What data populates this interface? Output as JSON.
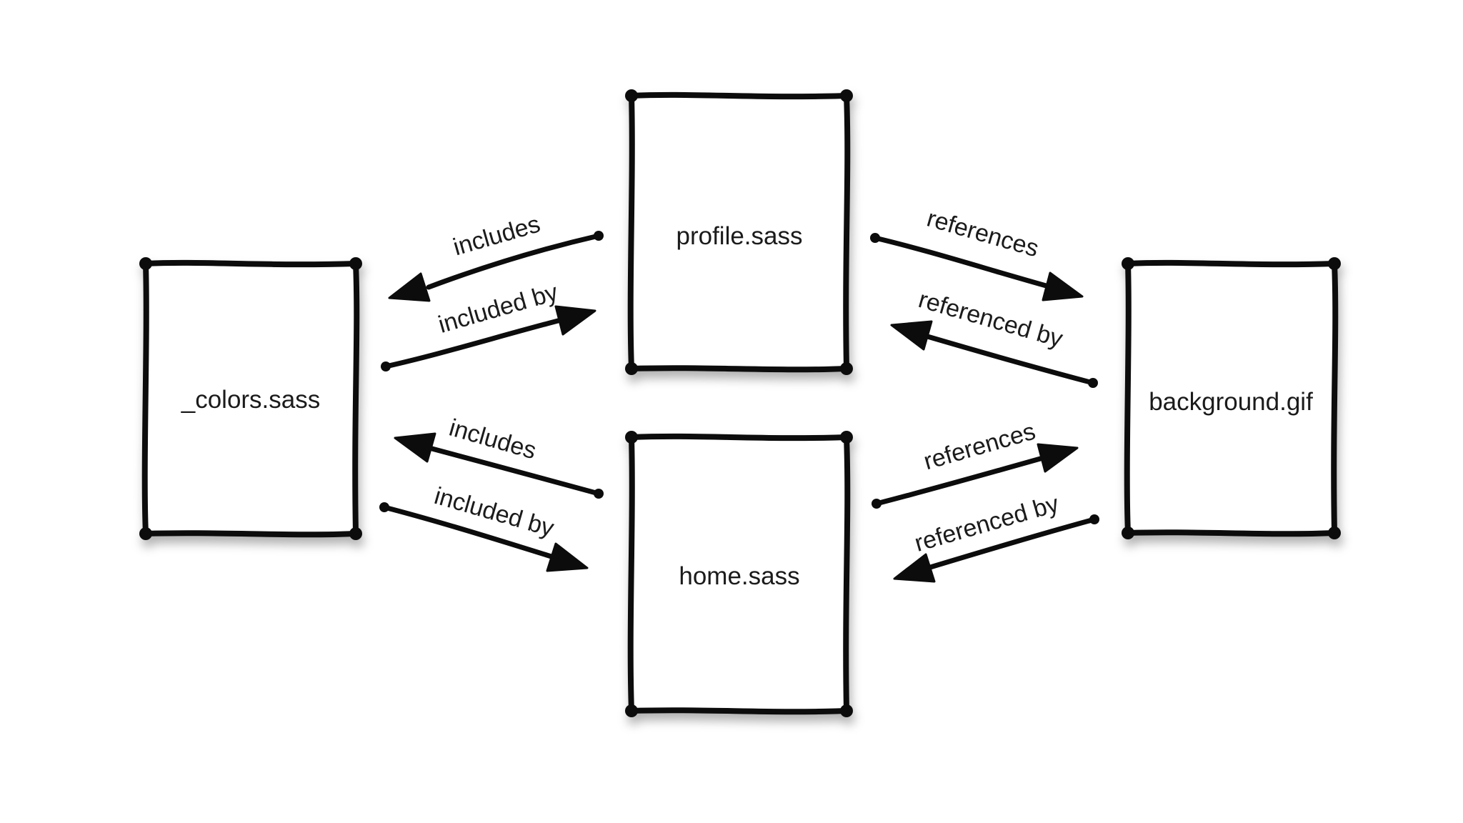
{
  "diagram": {
    "title": "sass-dependency-diagram",
    "background_color": "#ffffff",
    "ink_color": "#0c0c0c",
    "text_color": "#1b1b1b",
    "nodes": [
      {
        "id": "colors",
        "label": "_colors.sass"
      },
      {
        "id": "profile",
        "label": "profile.sass"
      },
      {
        "id": "home",
        "label": "home.sass"
      },
      {
        "id": "background",
        "label": "background.gif"
      }
    ],
    "edges": [
      {
        "from": "profile",
        "to": "colors",
        "label": "includes"
      },
      {
        "from": "colors",
        "to": "profile",
        "label": "included by"
      },
      {
        "from": "home",
        "to": "colors",
        "label": "includes"
      },
      {
        "from": "colors",
        "to": "home",
        "label": "included by"
      },
      {
        "from": "profile",
        "to": "background",
        "label": "references"
      },
      {
        "from": "background",
        "to": "profile",
        "label": "referenced by"
      },
      {
        "from": "home",
        "to": "background",
        "label": "references"
      },
      {
        "from": "background",
        "to": "home",
        "label": "referenced by"
      }
    ]
  }
}
